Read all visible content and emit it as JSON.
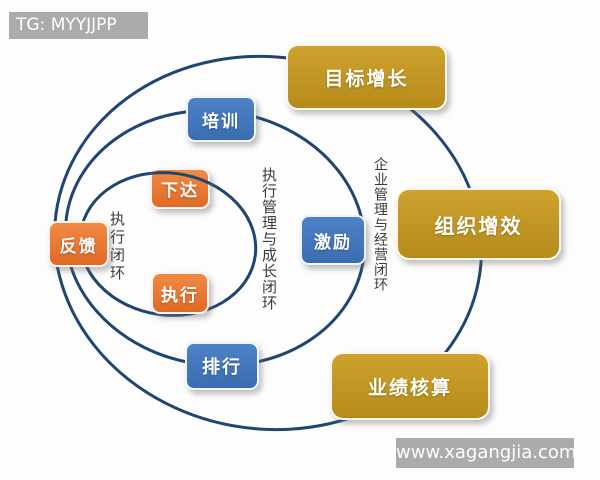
{
  "watermarks": {
    "top_left": "TG: MYYJJPP",
    "bottom_right": "www.xagangjia.com"
  },
  "diagram": {
    "nodes": {
      "goal_growth": {
        "label": "目标增长",
        "color_role": "gold"
      },
      "training": {
        "label": "培训",
        "color_role": "blue"
      },
      "assign": {
        "label": "下达",
        "color_role": "orange"
      },
      "feedback": {
        "label": "反馈",
        "color_role": "orange"
      },
      "execute": {
        "label": "执行",
        "color_role": "orange"
      },
      "incentive": {
        "label": "激励",
        "color_role": "blue"
      },
      "org_efficiency": {
        "label": "组织增效",
        "color_role": "gold"
      },
      "ranking": {
        "label": "排行",
        "color_role": "blue"
      },
      "performance_accounting": {
        "label": "业绩核算",
        "color_role": "gold"
      }
    },
    "ring_labels": {
      "inner": "执行闭环",
      "middle": "执行管理与成长闭环",
      "outer": "企业管理与经营闭环"
    }
  },
  "palette": {
    "orange": "#E8762F",
    "blue": "#4273B8",
    "gold": "#C2951F",
    "ring_stroke": "#1F4572",
    "watermark_bg": "#ABABAB",
    "node_text": "#FFFFFF",
    "ring_label_text": "#3C3C3C",
    "background": "#FDFDFD"
  }
}
